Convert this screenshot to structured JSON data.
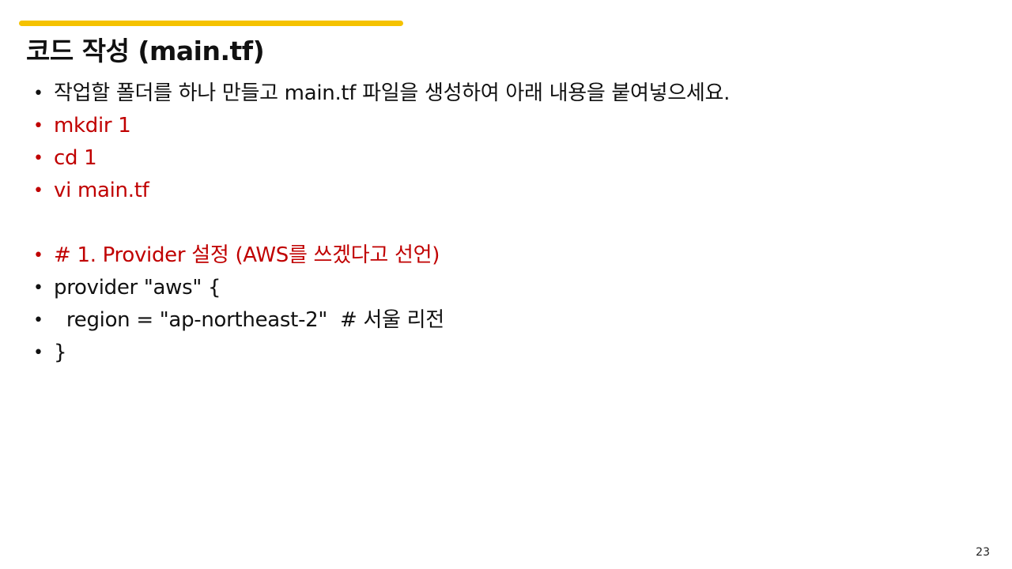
{
  "slide": {
    "title": "코드 작성 (main.tf)",
    "page_number": "23",
    "accent_color": "#f5c200",
    "highlight_color": "#c00000",
    "bullet_glyph": "•",
    "bullets": [
      {
        "text": "작업할 폴더를 하나 만들고 main.tf 파일을 생성하여 아래 내용을 붙여넣으세요.",
        "color": "default"
      },
      {
        "text": "mkdir 1",
        "color": "red"
      },
      {
        "text": "cd 1",
        "color": "red"
      },
      {
        "text": "vi main.tf",
        "color": "red"
      },
      {
        "text": "",
        "color": "blank"
      },
      {
        "text": "# 1. Provider 설정 (AWS를 쓰겠다고 선언)",
        "color": "red"
      },
      {
        "text": "provider \"aws\" {",
        "color": "default"
      },
      {
        "text": "  region = \"ap-northeast-2\"  # 서울 리전",
        "color": "default"
      },
      {
        "text": "}",
        "color": "default"
      }
    ]
  }
}
